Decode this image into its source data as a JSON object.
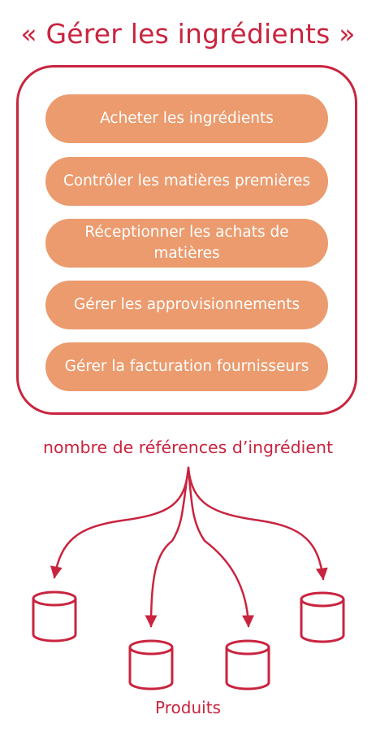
{
  "title": "« Gérer les ingrédients »",
  "activities": [
    "Acheter les ingrédients",
    "Contrôler les matières premières",
    "Réceptionner les achats de matières",
    "Gérer les approvisionnements",
    "Gérer la facturation fournisseurs"
  ],
  "link_label": "nombre de références d’ingrédient",
  "target_label": "Produits",
  "colors": {
    "accent": "#c9243f",
    "pill": "#eb9b6e",
    "pill_text": "#ffffff"
  },
  "icons": [
    "database-icon",
    "database-icon",
    "database-icon",
    "database-icon"
  ]
}
